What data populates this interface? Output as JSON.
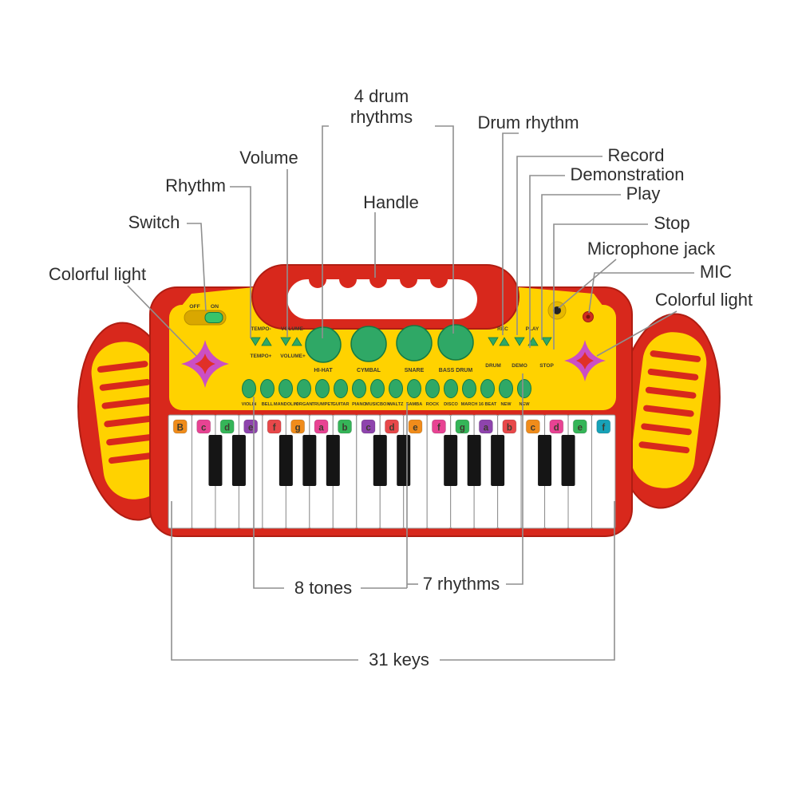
{
  "diagram": {
    "callouts": {
      "drum_rhythms_4": "4 drum rhythms",
      "drum_rhythm": "Drum rhythm",
      "record": "Record",
      "demonstration": "Demonstration",
      "play": "Play",
      "stop": "Stop",
      "microphone_jack": "Microphone jack",
      "mic": "MIC",
      "colorful_light_right": "Colorful light",
      "colorful_light_left": "Colorful light",
      "volume": "Volume",
      "rhythm": "Rhythm",
      "switch": "Switch",
      "handle": "Handle",
      "tones_8": "8 tones",
      "rhythms_7": "7 rhythms",
      "keys_31": "31 keys"
    },
    "panel": {
      "switch_off": "OFF",
      "switch_on": "ON",
      "tempo_minus": "TEMPO-",
      "volume_minus": "VOLUME-",
      "tempo_plus": "TEMPO+",
      "volume_plus": "VOLUME+",
      "drum_pads": [
        "HI-HAT",
        "CYMBAL",
        "SNARE",
        "BASS DRUM"
      ],
      "rec": "REC",
      "play": "PLAY",
      "transport": [
        "DRUM",
        "DEMO",
        "STOP"
      ],
      "instruments": [
        "VIOLIN",
        "BELL",
        "MANDOLIN",
        "ORGAN",
        "TRUMPET",
        "GUITAR",
        "PIANO",
        "MUSICBOX",
        "WALTZ",
        "SAMBA",
        "ROCK",
        "DISCO",
        "MARCH",
        "16 BEAT",
        "NEW",
        "NEW"
      ]
    },
    "keys": {
      "letters": [
        "B",
        "c",
        "d",
        "e",
        "f",
        "g",
        "a",
        "b",
        "c",
        "d",
        "e",
        "f",
        "g",
        "a",
        "b",
        "c",
        "d",
        "e",
        "f"
      ],
      "chip_colors": [
        "#f08c1b",
        "#e84393",
        "#35b558",
        "#8e44ad",
        "#e8484a",
        "#f08c1b",
        "#e84393",
        "#35b558",
        "#8e44ad",
        "#e8484a",
        "#f08c1b",
        "#e84393",
        "#35b558",
        "#8e44ad",
        "#e8484a",
        "#f08c1b",
        "#e84393",
        "#35b558",
        "#17a2b8"
      ]
    },
    "colors": {
      "body_red": "#d8281c",
      "body_red_dark": "#b01d12",
      "panel_yellow": "#ffd200",
      "button_green": "#2fa866",
      "button_green_dark": "#157a43",
      "star_purple": "#cb4fc4",
      "star_red": "#e03028",
      "line_gray": "#8f8f8f"
    }
  }
}
